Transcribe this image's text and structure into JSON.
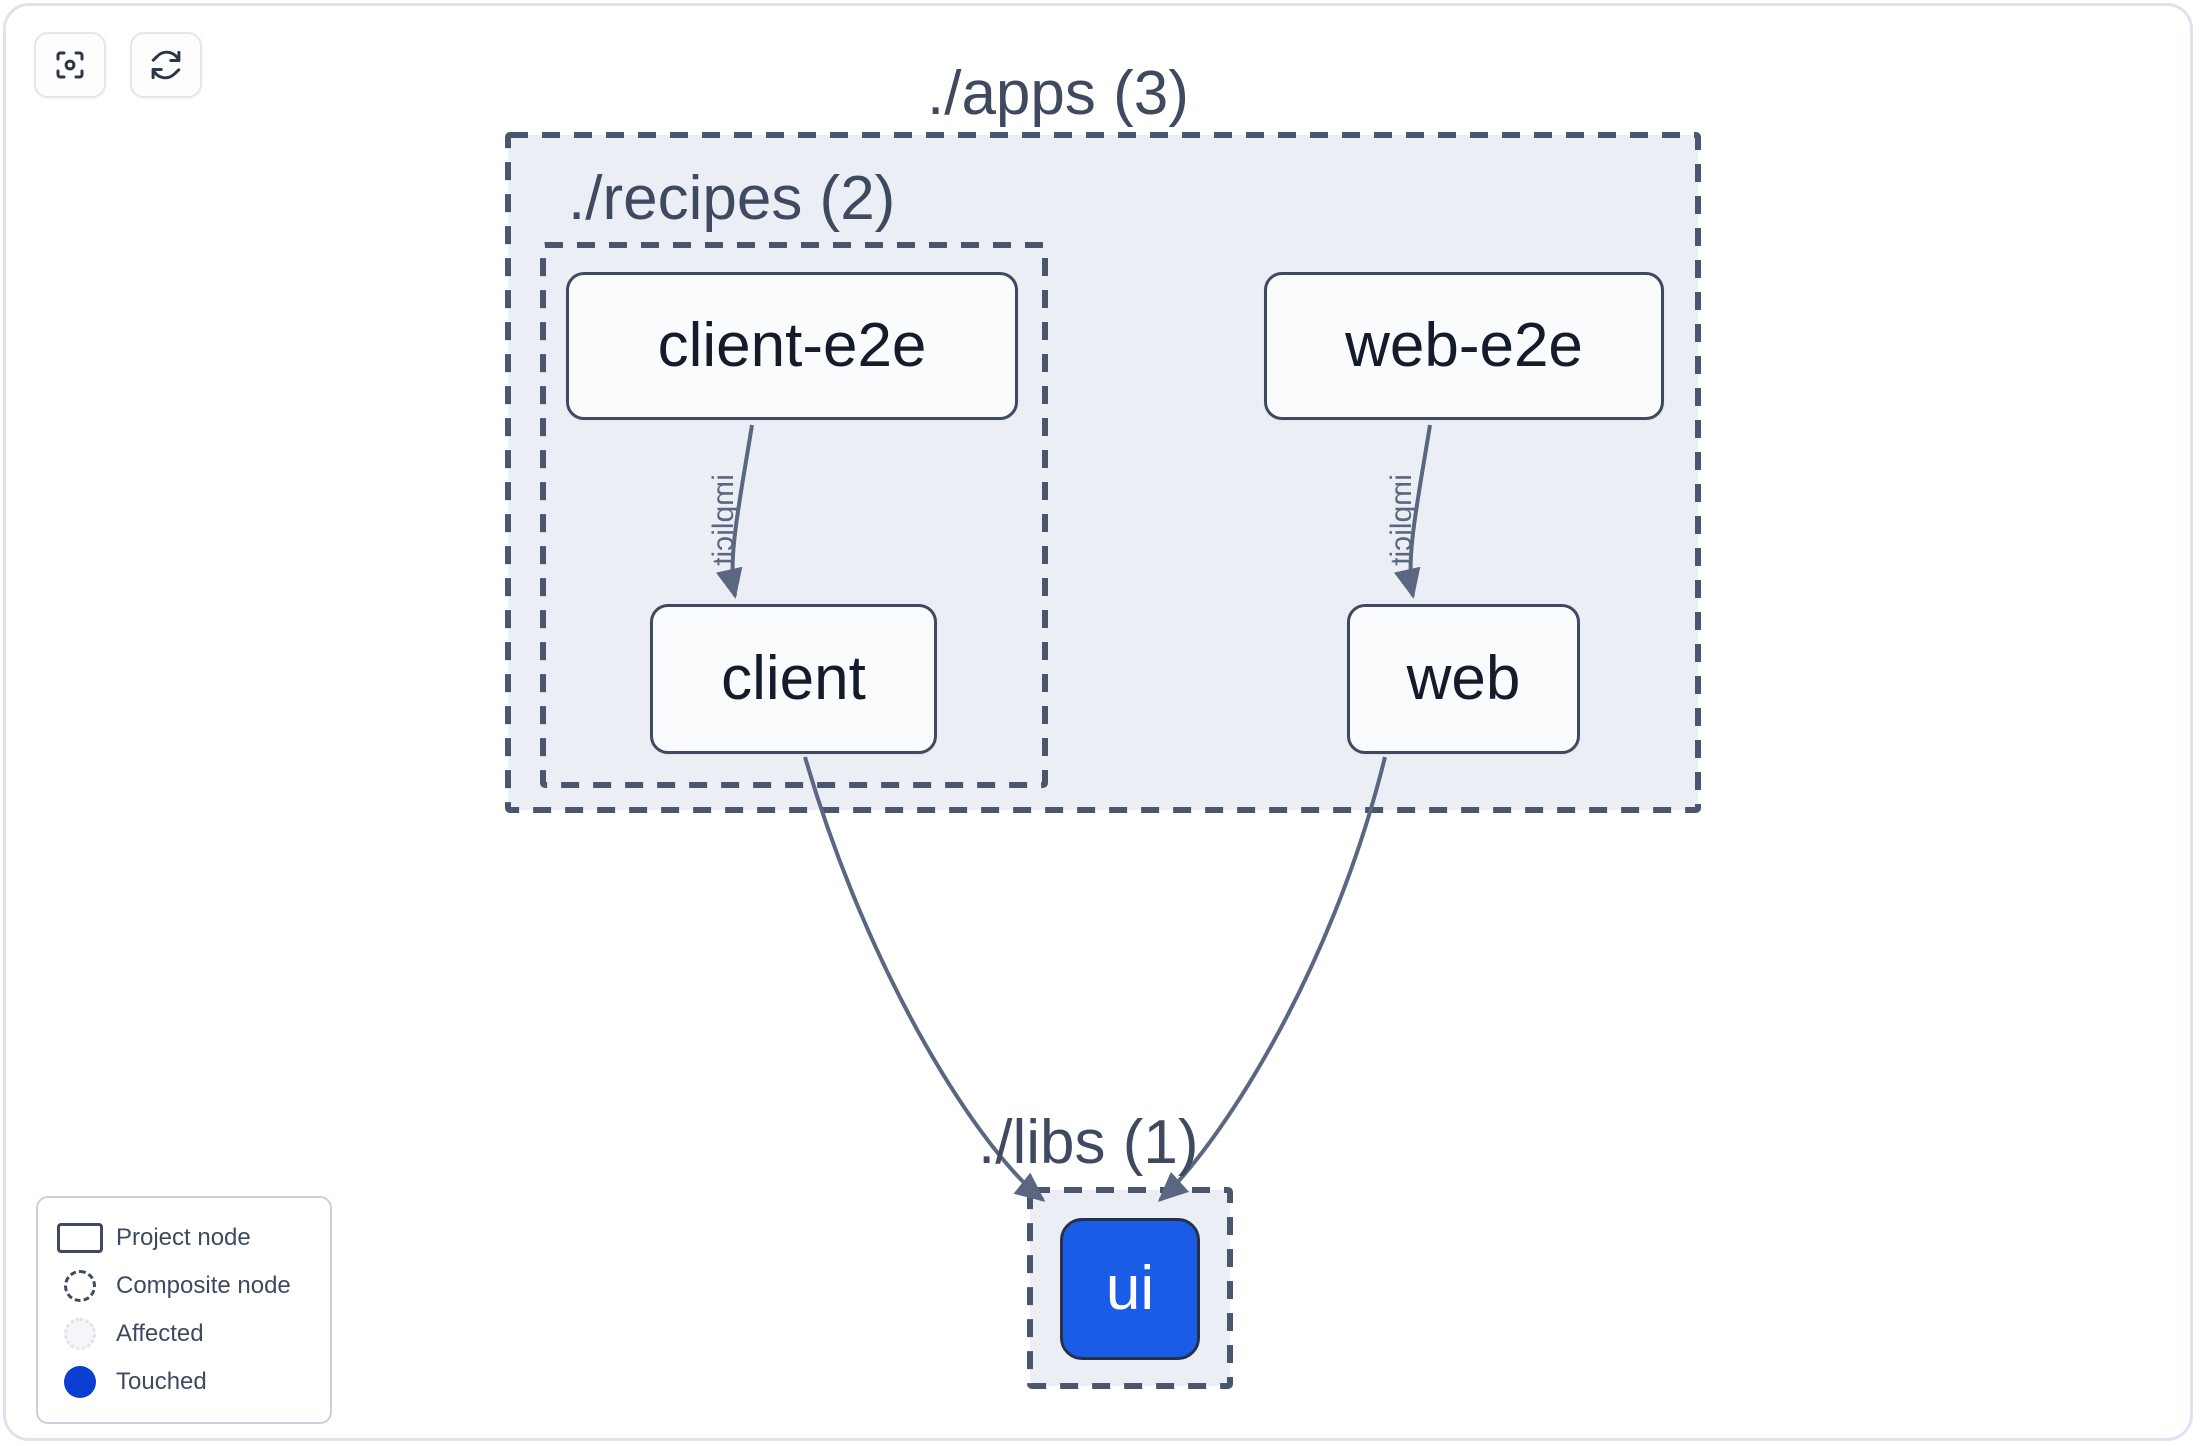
{
  "toolbar": {
    "buttons": [
      {
        "name": "focus-graph-button",
        "icon": "focus-target-icon"
      },
      {
        "name": "refresh-graph-button",
        "icon": "refresh-icon"
      }
    ]
  },
  "graph": {
    "groups": [
      {
        "id": "apps",
        "label": "./apps (3)",
        "count": 3
      },
      {
        "id": "recipes",
        "label": "./recipes (2)",
        "count": 2
      },
      {
        "id": "libs",
        "label": "./libs (1)",
        "count": 1
      }
    ],
    "nodes": [
      {
        "id": "client-e2e",
        "label": "client-e2e",
        "kind": "project",
        "group": "recipes"
      },
      {
        "id": "client",
        "label": "client",
        "kind": "project",
        "group": "recipes"
      },
      {
        "id": "web-e2e",
        "label": "web-e2e",
        "kind": "project",
        "group": "apps"
      },
      {
        "id": "web",
        "label": "web",
        "kind": "project",
        "group": "apps"
      },
      {
        "id": "ui",
        "label": "ui",
        "kind": "touched",
        "group": "libs"
      }
    ],
    "edges": [
      {
        "from": "client-e2e",
        "to": "client",
        "label": "implicit"
      },
      {
        "from": "web-e2e",
        "to": "web",
        "label": "implicit"
      },
      {
        "from": "client",
        "to": "ui",
        "label": ""
      },
      {
        "from": "web",
        "to": "ui",
        "label": ""
      }
    ]
  },
  "legend": {
    "items": [
      {
        "label": "Project node",
        "swatch": "rect-outline"
      },
      {
        "label": "Composite node",
        "swatch": "dashed-circle"
      },
      {
        "label": "Affected",
        "swatch": "dotted-circle"
      },
      {
        "label": "Touched",
        "swatch": "solid-circle"
      }
    ]
  },
  "colors": {
    "touched": "#0b3fd4",
    "node_blue": "#1b5ce6",
    "group_fill": "#ebeff5",
    "group_border": "#49566d",
    "node_border": "#3f4a60",
    "edge": "#5b6780",
    "canvas_border": "#dfe3ef"
  }
}
